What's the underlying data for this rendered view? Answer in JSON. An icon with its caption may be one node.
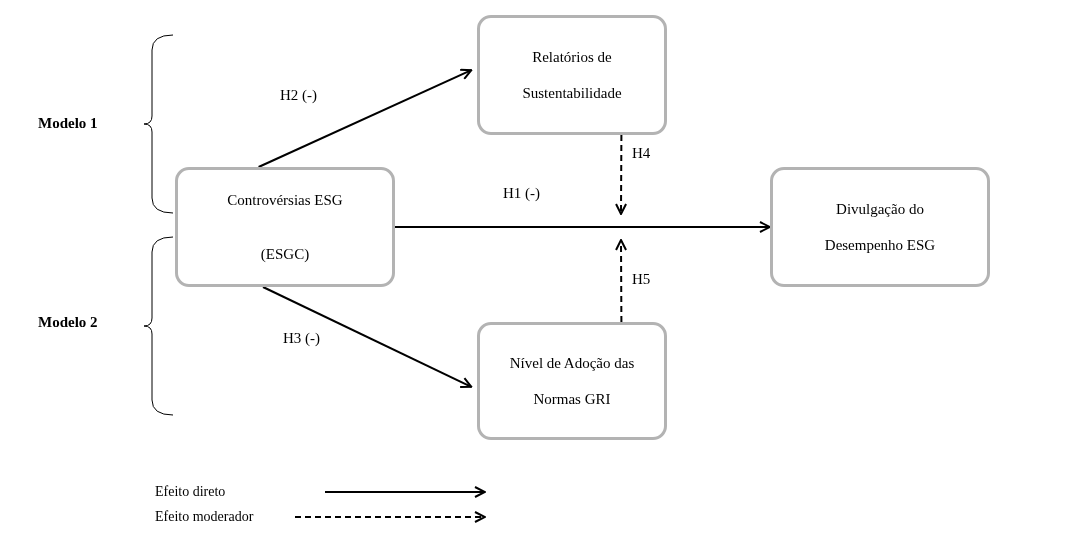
{
  "diagram": {
    "nodes": [
      {
        "text": [
          "Relatórios de Sustentabilidade"
        ]
      },
      {
        "text": [
          "Controvérsias ESG",
          "(ESGC)"
        ]
      },
      {
        "text": [
          "Divulgação do Desempenho ESG"
        ]
      },
      {
        "text": [
          "Nível de Adoção das Normas GRI"
        ]
      }
    ],
    "edges": [
      {
        "from": 1,
        "to": 2,
        "arrow": "to",
        "label": "H1 (-)"
      },
      {
        "from": 1,
        "to": 0,
        "arrow": "to",
        "label": "H2 (-)"
      },
      {
        "from": 1,
        "to": 3,
        "arrow": "to",
        "label": "H3 (-)"
      },
      {
        "from": 0,
        "to": null,
        "arrow": "to",
        "label": "H4",
        "style": "dashed"
      },
      {
        "from": 3,
        "to": null,
        "arrow": "to",
        "label": "H5",
        "style": "dashed"
      }
    ],
    "labels": [
      "Modelo 1",
      "Modelo 2"
    ],
    "legend": [
      {
        "text": "Efeito direto"
      },
      {
        "text": "Efeito moderador"
      }
    ]
  }
}
